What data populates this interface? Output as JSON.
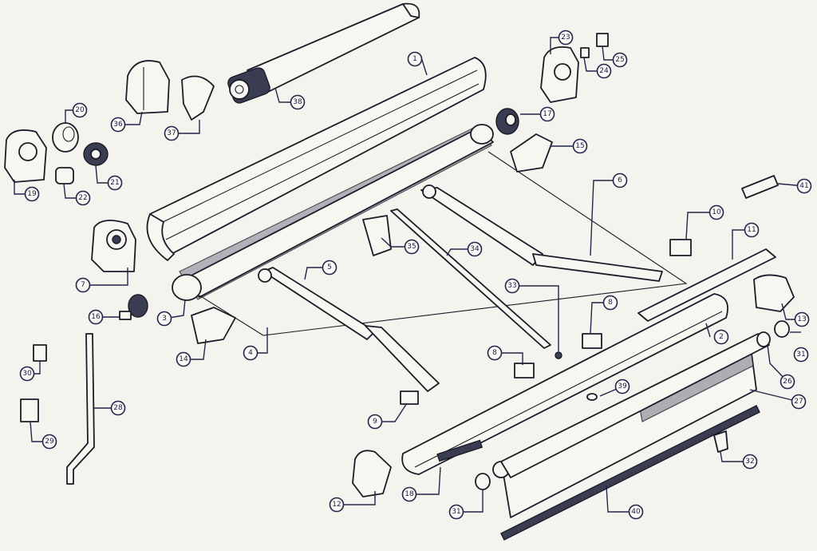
{
  "colors": {
    "line": "#1c1c28",
    "callout": "#23264a",
    "paper": "#f4f3ee",
    "fabric": "#9b9ca6"
  },
  "callouts": [
    "1",
    "2",
    "3",
    "4",
    "5",
    "6",
    "7",
    "8",
    "8",
    "9",
    "10",
    "11",
    "12",
    "13",
    "14",
    "15",
    "16",
    "17",
    "18",
    "19",
    "20",
    "21",
    "22",
    "23",
    "24",
    "25",
    "26",
    "27",
    "28",
    "29",
    "30",
    "31",
    "31",
    "32",
    "33",
    "34",
    "35",
    "36",
    "37",
    "38",
    "39",
    "40",
    "41"
  ]
}
